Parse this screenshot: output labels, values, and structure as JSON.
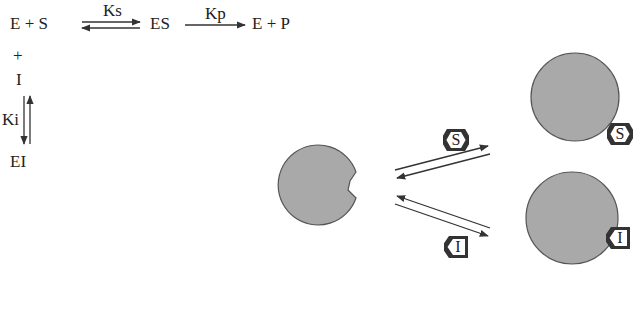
{
  "diagram": {
    "nodes": [
      {
        "text": [
          "S"
        ]
      },
      {
        "text": [
          "S"
        ]
      },
      {
        "text": [
          "I"
        ]
      },
      {
        "text": [
          "I"
        ]
      }
    ],
    "labels": [
      "E + S",
      "Ks",
      "ES",
      "Kp",
      "E + P",
      "+",
      "I",
      "Ki",
      "EI"
    ]
  }
}
